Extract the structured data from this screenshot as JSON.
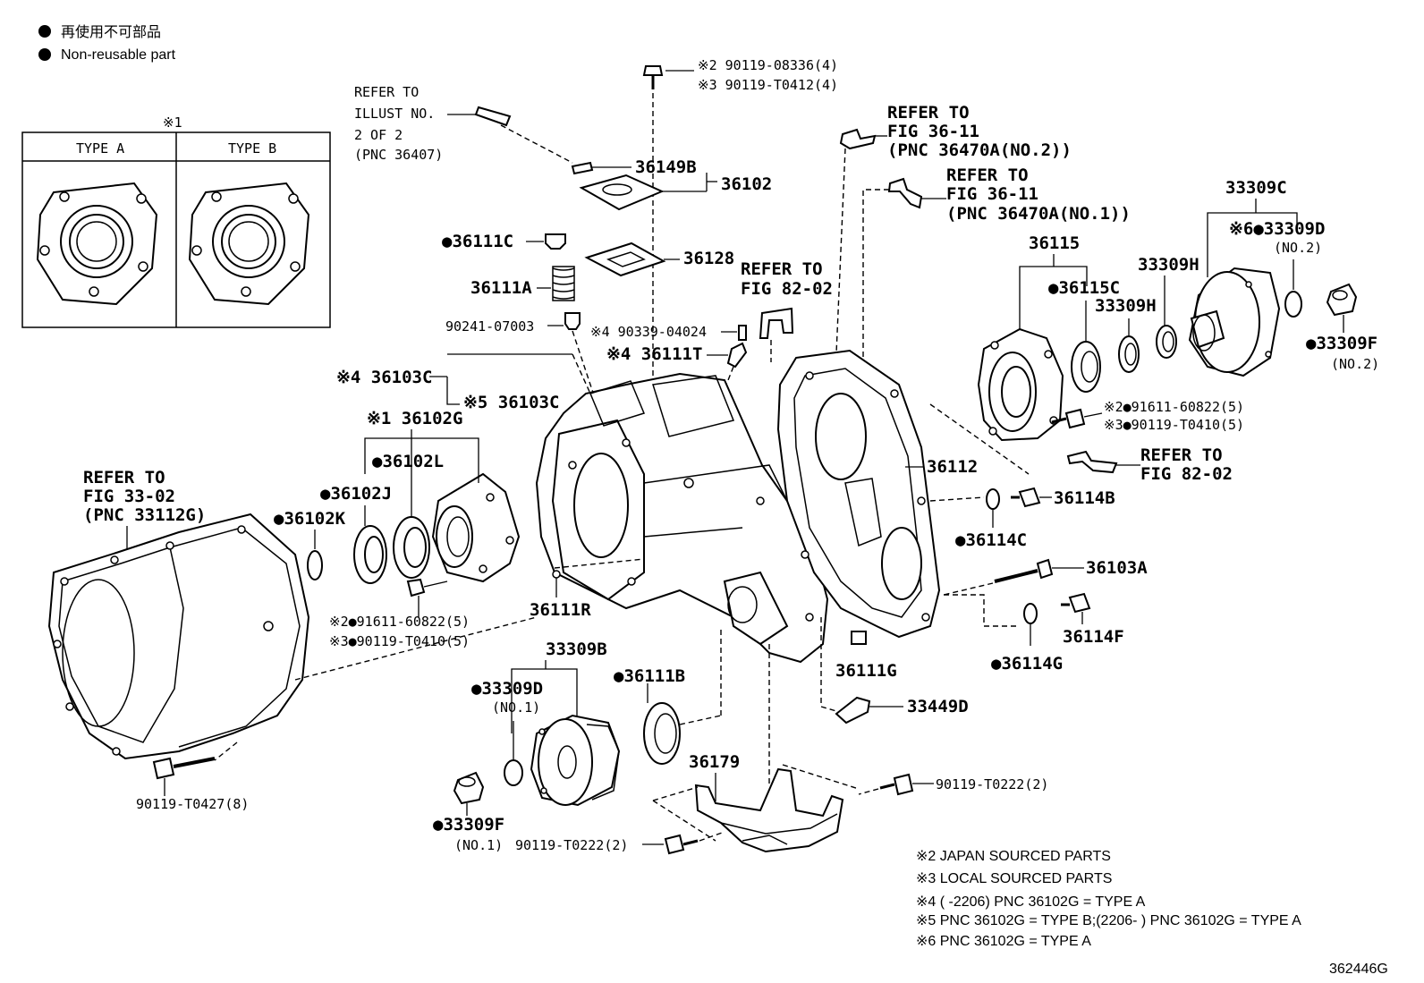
{
  "legend": {
    "symbol": "●",
    "label_jp": "再使用不可部品",
    "label_en": "Non-reusable part"
  },
  "type_box": {
    "mark": "※1",
    "type_a": "TYPE A",
    "type_b": "TYPE B"
  },
  "refs": {
    "illust": [
      "REFER TO",
      "ILLUST NO.",
      "2 OF 2",
      "(PNC 36407)"
    ],
    "fig_33_02": [
      "REFER TO",
      "FIG 33-02",
      "(PNC 33112G)"
    ],
    "fig_82_02_top": [
      "REFER TO",
      "FIG 82-02"
    ],
    "fig_36_11_no2": [
      "REFER TO",
      "FIG 36-11",
      "(PNC 36470A(NO.2))"
    ],
    "fig_36_11_no1": [
      "REFER TO",
      "FIG 36-11",
      "(PNC 36470A(NO.1))"
    ],
    "fig_82_02_right": [
      "REFER TO",
      "FIG 82-02"
    ]
  },
  "parts": {
    "bolt_top_2": "※2 90119-08336(4)",
    "bolt_top_3": "※3 90119-T0412(4)",
    "p36149B": "36149B",
    "p36102": "36102",
    "p36111C": "●36111C",
    "p36128": "36128",
    "p36111A": "36111A",
    "p90241": "90241-07003",
    "p90339": "※4 90339-04024",
    "p36111T": "※4 36111T",
    "p36103C_4": "※4 36103C",
    "p36103C_5": "※5 36103C",
    "p36102G": "※1 36102G",
    "p36102L": "●36102L",
    "p36102J": "●36102J",
    "p36102K": "●36102K",
    "p91611_left": "※2●91611-60822(5)",
    "p90119_t0410_left": "※3●90119-T0410(5)",
    "p36111R": "36111R",
    "p33309B": "33309B",
    "p33309D_no1": "●33309D",
    "no1_a": "(NO.1)",
    "p36111B": "●36111B",
    "p33309F_no1": "●33309F",
    "no1_b": "(NO.1)",
    "p90119_t0427": "90119-T0427(8)",
    "p90119_t0222_bottom": "90119-T0222(2)",
    "p36179": "36179",
    "p90119_t0222_right": "90119-T0222(2)",
    "p36111G": "36111G",
    "p33449D": "33449D",
    "p36112": "36112",
    "p36115": "36115",
    "p36115C": "●36115C",
    "p33309H_a": "33309H",
    "p33309H_b": "33309H",
    "p33309C": "33309C",
    "p33309D_no2": "※6●33309D",
    "no2_a": "(NO.2)",
    "p33309F_no2": "●33309F",
    "no2_b": "(NO.2)",
    "p91611_right": "※2●91611-60822(5)",
    "p90119_t0410_right": "※3●90119-T0410(5)",
    "p36114B": "36114B",
    "p36114C": "●36114C",
    "p36103A": "36103A",
    "p36114F": "36114F",
    "p36114G": "●36114G"
  },
  "notes": [
    "※2 JAPAN SOURCED PARTS",
    "※3 LOCAL SOURCED PARTS",
    "※4 (        -2206) PNC 36102G = TYPE A",
    "※5 PNC 36102G = TYPE B;(2206-        ) PNC 36102G = TYPE A",
    "※6 PNC 36102G = TYPE A"
  ],
  "drawing_number": "362446G"
}
